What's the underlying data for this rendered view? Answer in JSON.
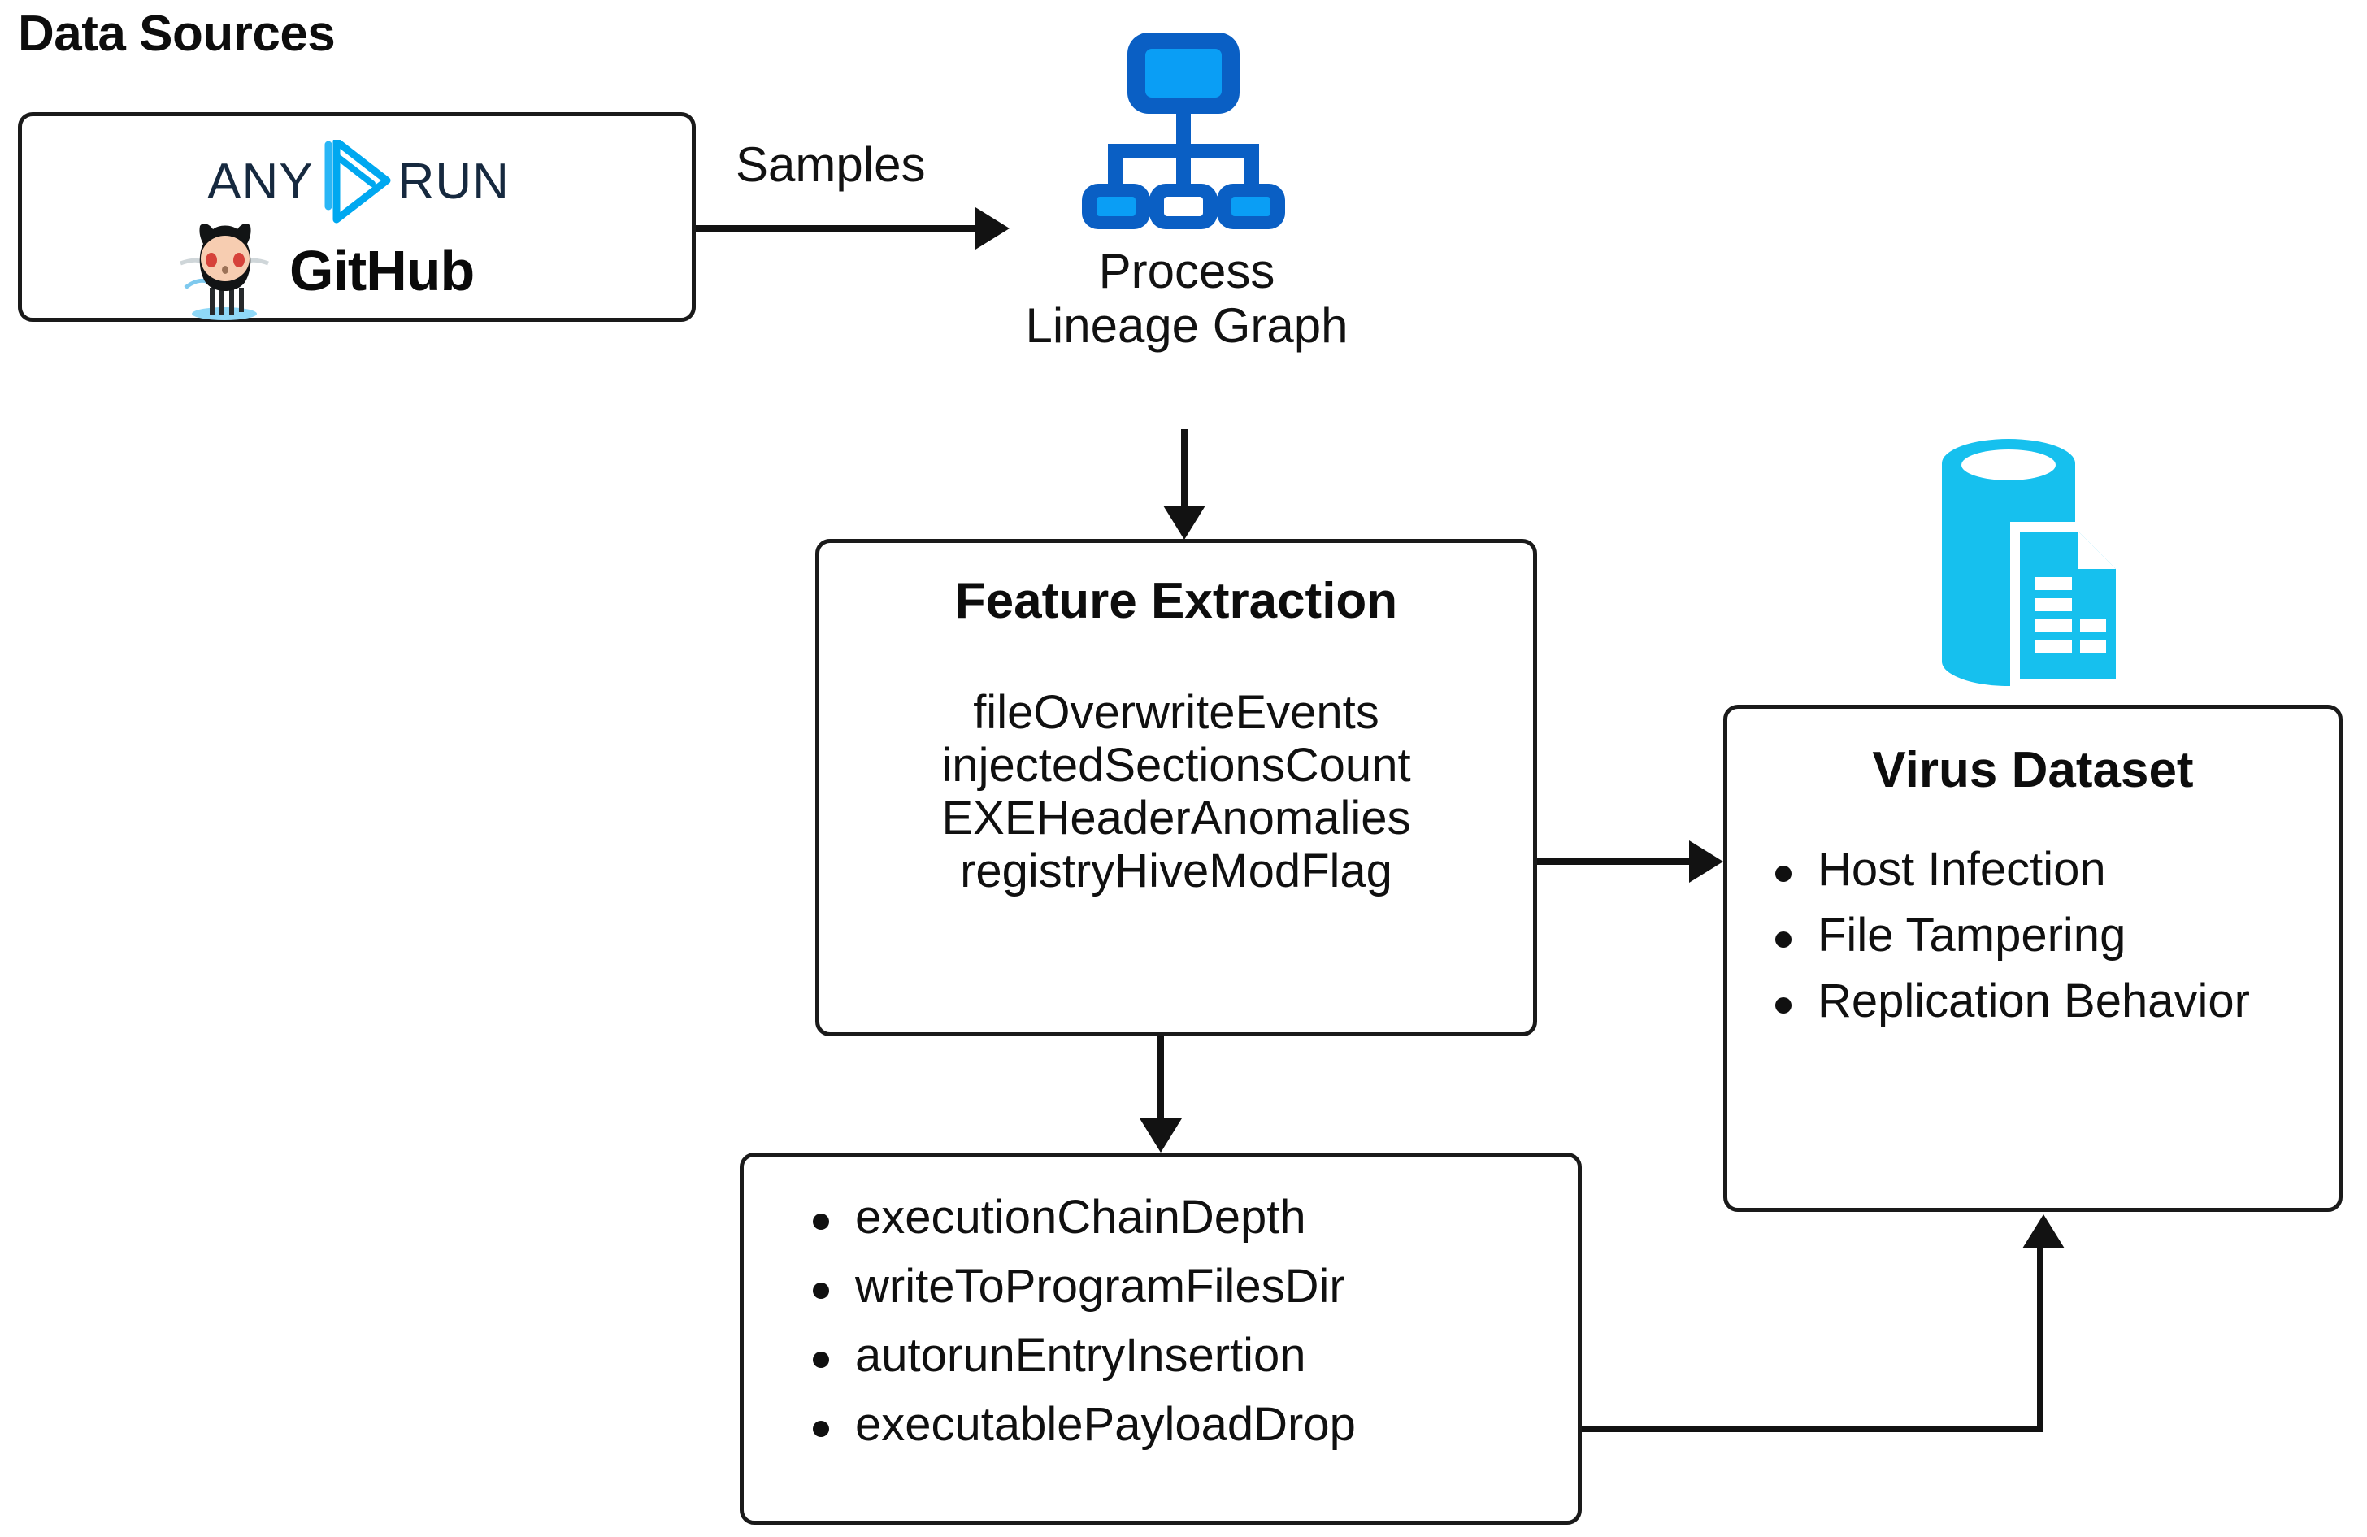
{
  "diagram": {
    "title": "Data Sources",
    "background_color": "#ffffff",
    "line_color": "#121212"
  },
  "data_sources": {
    "heading": "Data Sources",
    "logos": [
      {
        "name": "anyrun-logo",
        "text_left": "ANY",
        "text_right": "RUN",
        "mark": "play-triangle-logo",
        "text_color": "#16293f",
        "mark_color": "#29b6f6"
      },
      {
        "name": "github-logo",
        "text": "GitHub",
        "mark": "octocat-mascot",
        "text_color": "#0a0a0a"
      }
    ]
  },
  "connectors": {
    "samples_label": "Samples",
    "samples_icon": "arrow-right-icon",
    "lineage_to_features_icon": "arrow-down-icon",
    "features_to_dataset_icon": "arrow-right-icon",
    "features_to_behavior_icon": "arrow-down-icon",
    "behavior_to_dataset_icon": "arrow-up-icon"
  },
  "process_lineage": {
    "icon": "org-chart-icon",
    "icon_color_outer": "#0a5fc4",
    "icon_color_inner": "#0a9ef5",
    "caption_line1": "Process",
    "caption_line2": "Lineage Graph"
  },
  "feature_extraction": {
    "heading": "Feature Extraction",
    "features": [
      "fileOverwriteEvents",
      "injectedSectionsCount",
      "EXEHeaderAnomalies",
      "registryHiveModFlag"
    ]
  },
  "behavior_features": {
    "items": [
      "executionChainDepth",
      "writeToProgramFilesDir",
      "autorunEntryInsertion",
      "executablePayloadDrop"
    ]
  },
  "virus_dataset": {
    "icon": "database-document-icon",
    "icon_color": "#16c0ee",
    "heading": "Virus Dataset",
    "items": [
      "Host Infection",
      "File Tampering",
      "Replication Behavior"
    ]
  }
}
